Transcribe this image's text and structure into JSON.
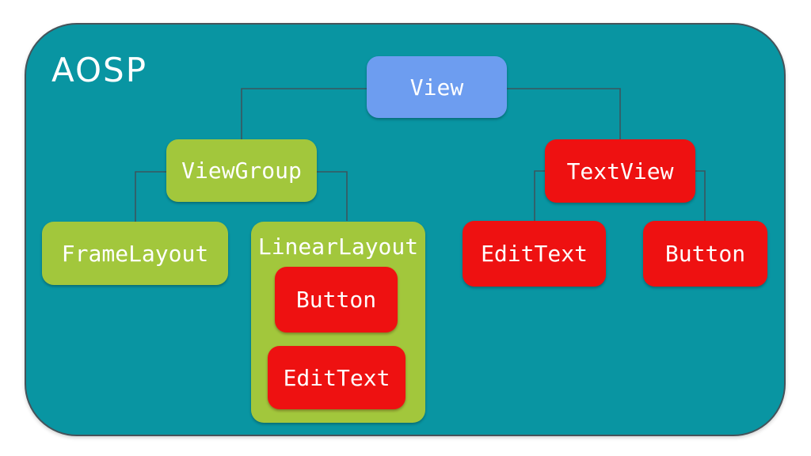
{
  "slide": {
    "title": "AOSP"
  },
  "nodes": {
    "view": {
      "label": "View"
    },
    "viewgroup": {
      "label": "ViewGroup"
    },
    "textview": {
      "label": "TextView"
    },
    "framelayout": {
      "label": "FrameLayout"
    },
    "linearlayout": {
      "label": "LinearLayout"
    },
    "linear_button": {
      "label": "Button"
    },
    "linear_edittext": {
      "label": "EditText"
    },
    "edittext": {
      "label": "EditText"
    },
    "button": {
      "label": "Button"
    }
  },
  "hierarchy": {
    "View": [
      "ViewGroup",
      "TextView"
    ],
    "ViewGroup": [
      "FrameLayout",
      "LinearLayout"
    ],
    "LinearLayout": [
      "Button",
      "EditText"
    ],
    "TextView": [
      "EditText",
      "Button"
    ]
  },
  "colors": {
    "background": "#0995A2",
    "panel_border": "#46535A",
    "view_node": "#6D9DF0",
    "group_node": "#A2C73C",
    "widget_node": "#EE1111",
    "connector": "#3A565E",
    "text": "#FFFFFF"
  }
}
